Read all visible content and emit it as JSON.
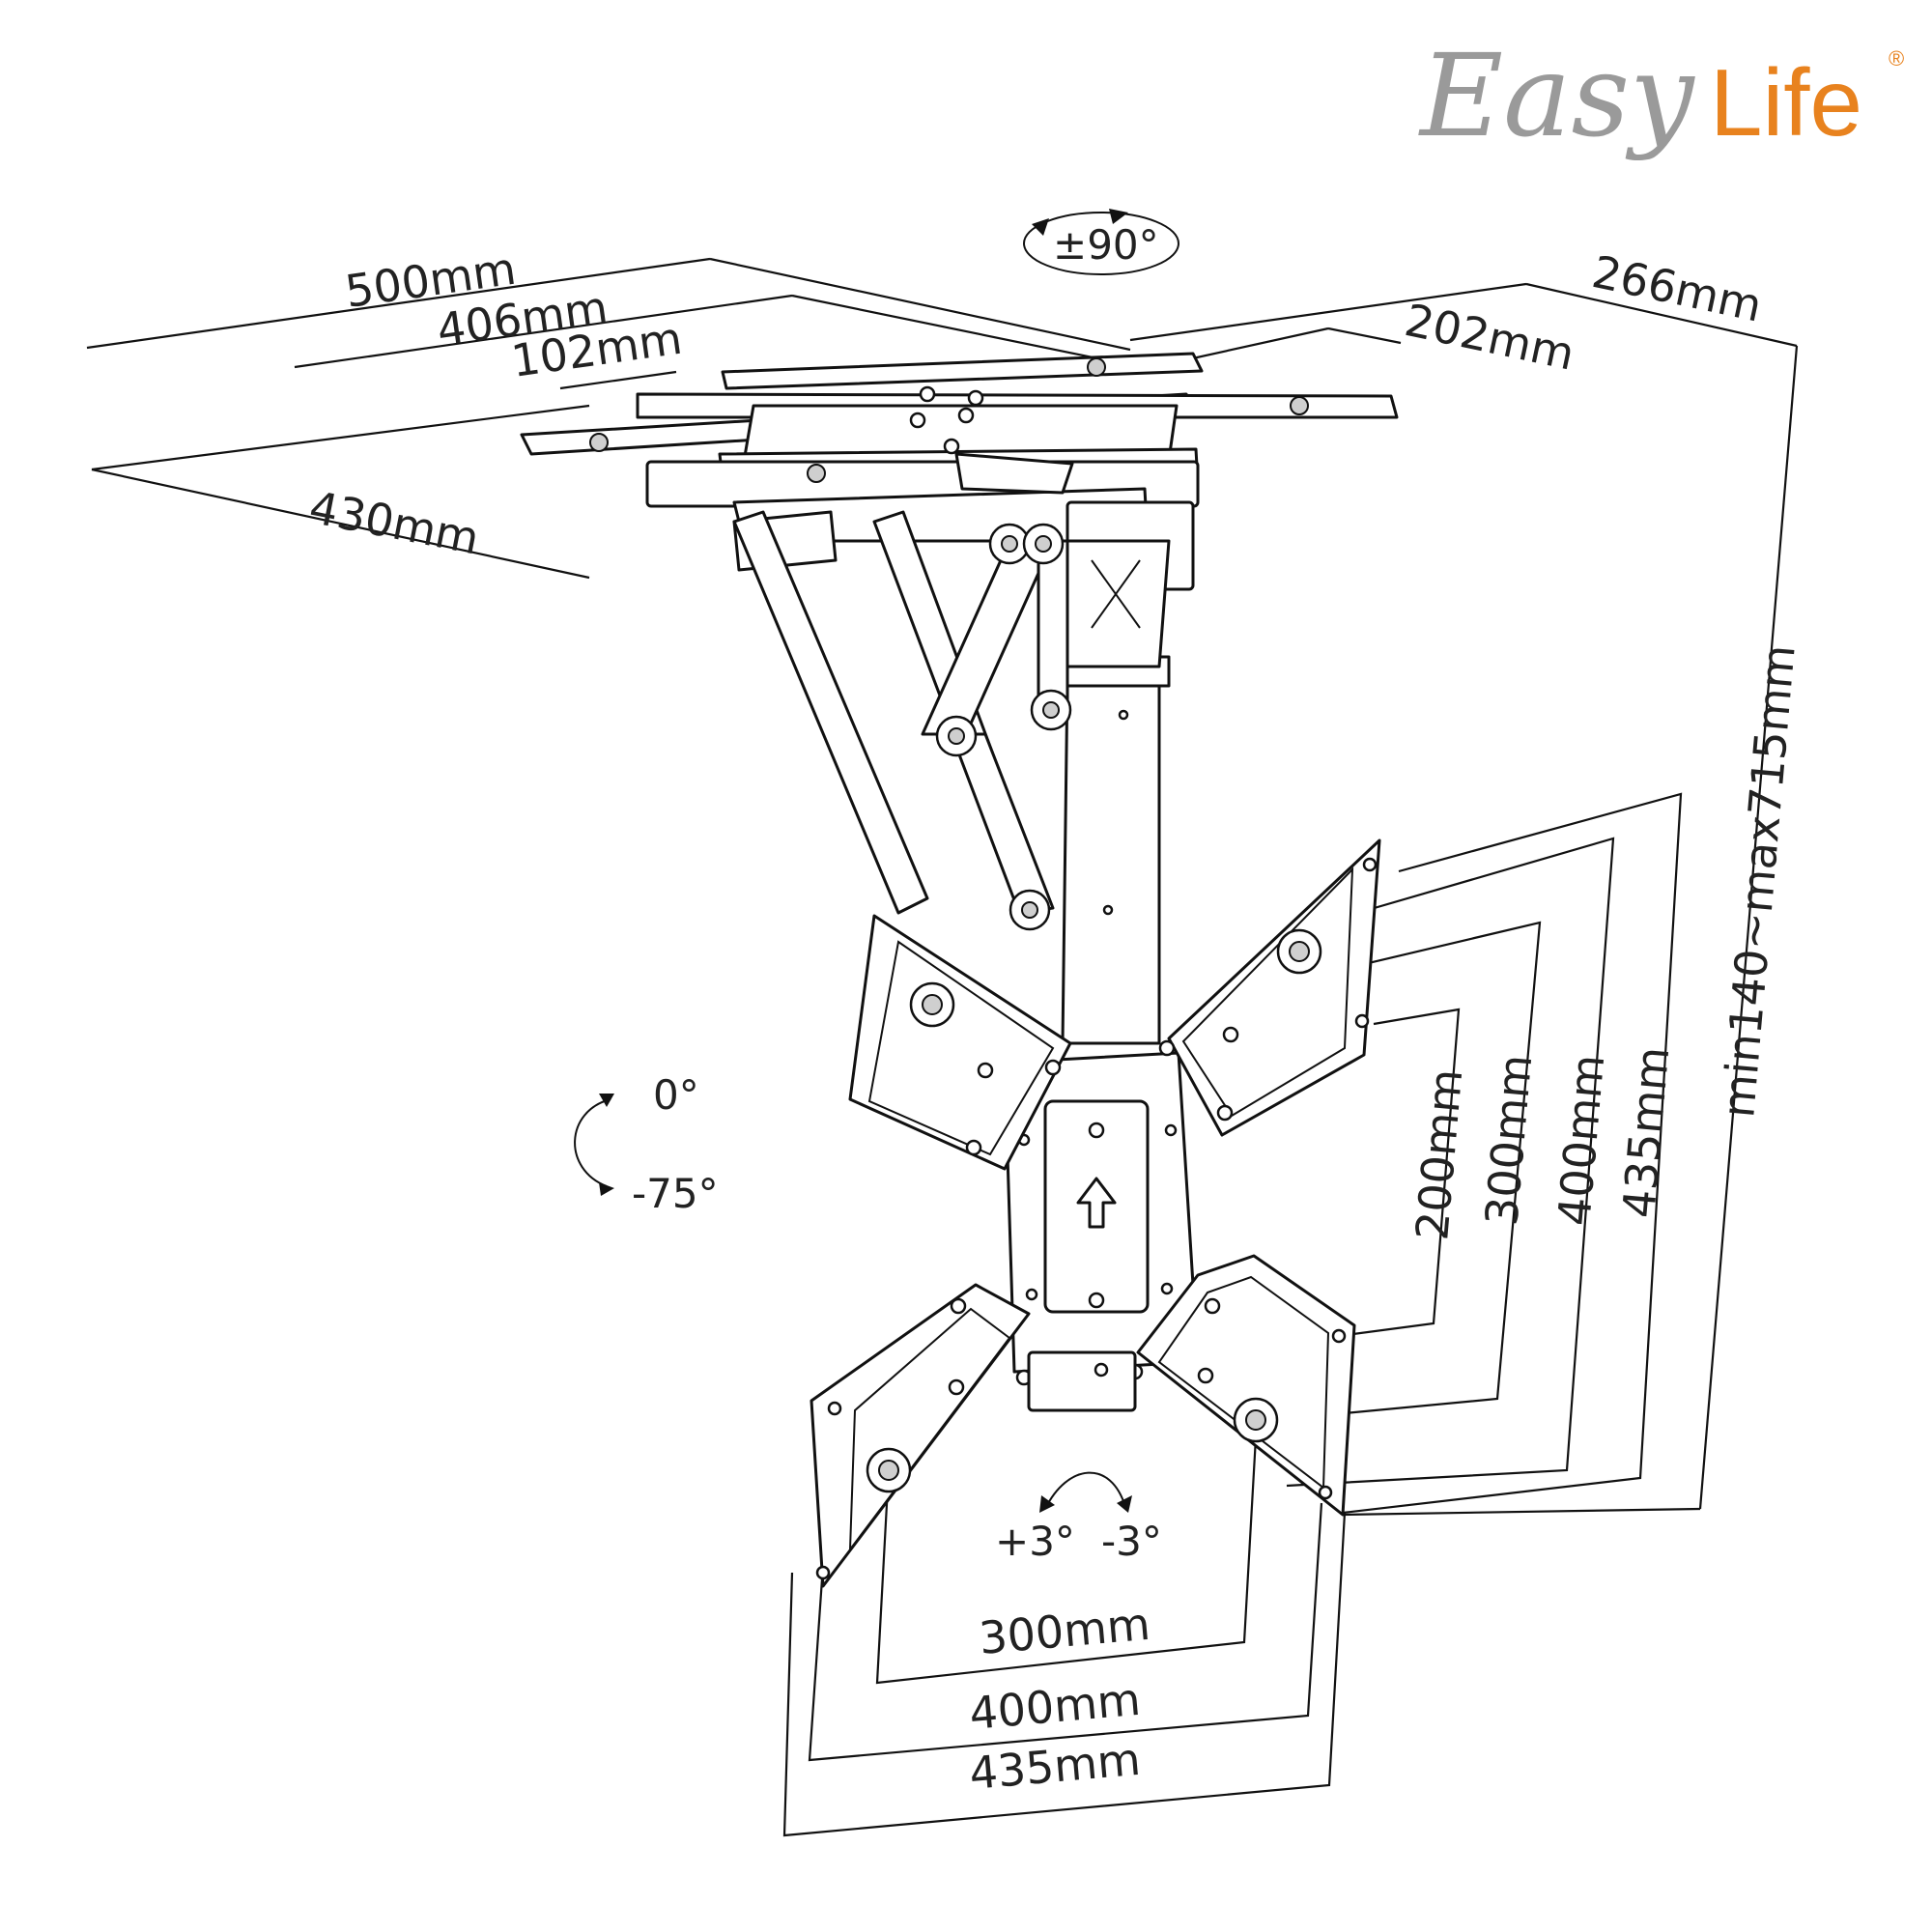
{
  "brand": {
    "easy": "Easy",
    "life": "Life",
    "registered": "®",
    "life_color": "#e8821e",
    "easy_color": "#9a9a9a"
  },
  "rotation": {
    "swivel": "±90°",
    "tilt_top": "0°",
    "tilt_bottom": "-75°",
    "level_left": "+3°",
    "level_right": "-3°"
  },
  "dimensions": {
    "width_500": "500mm",
    "width_406": "406mm",
    "width_102": "102mm",
    "depth_430": "430mm",
    "depth_266": "266mm",
    "depth_202": "202mm",
    "drop_range": "min140~max715mm",
    "vesa_v_200": "200mm",
    "vesa_v_300": "300mm",
    "vesa_v_400": "400mm",
    "vesa_v_435": "435mm",
    "vesa_h_300": "300mm",
    "vesa_h_400": "400mm",
    "vesa_h_435": "435mm"
  }
}
